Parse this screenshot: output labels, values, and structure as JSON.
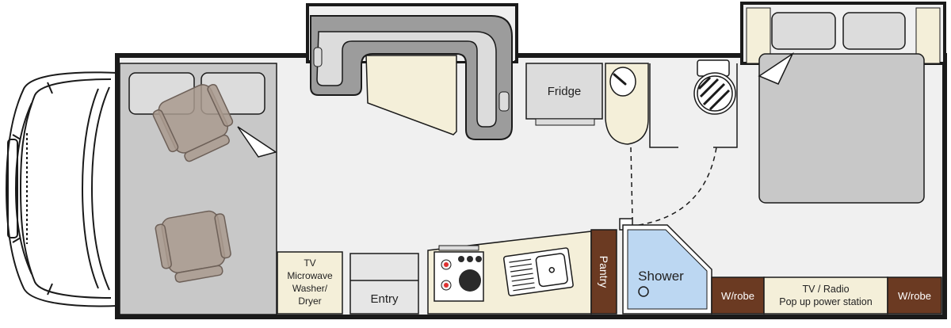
{
  "labels": {
    "fridge": "Fridge",
    "pantry": "Pantry",
    "shower": "Shower",
    "entry": "Entry",
    "tv_cabinet": [
      "TV",
      "Microwave",
      "Washer/",
      "Dryer"
    ],
    "wardrobe_left": "W/robe",
    "wardrobe_right": "W/robe",
    "tv_radio": [
      "TV / Radio",
      "Pop up power station"
    ]
  },
  "colors": {
    "outline": "#1a1a1a",
    "floor": "#f0f0f0",
    "cab_floor": "#c8c8c8",
    "upholstery": "#9c9c9c",
    "cushion": "#dcdcdc",
    "cream": "#f4efd9",
    "wood": "#6b3a22",
    "shower": "#bcd7f2",
    "seat": "#a99a8e"
  },
  "icons": {
    "bed": "double-bed-icon",
    "driver_seat": "seat-icon",
    "toilet": "toilet-icon",
    "sink": "sink-icon",
    "cooktop": "cooktop-icon"
  }
}
